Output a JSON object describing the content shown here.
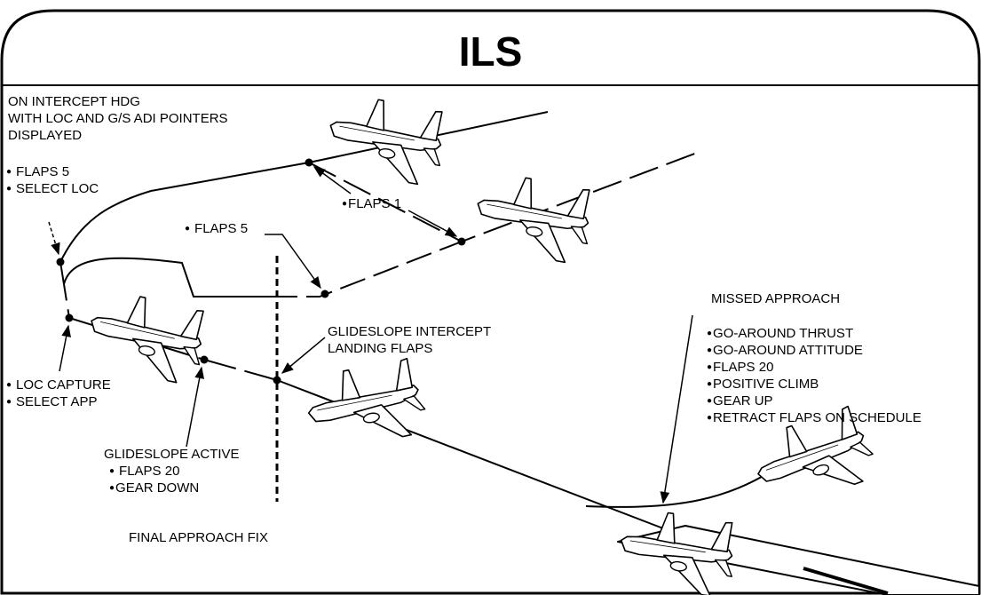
{
  "title": "ILS",
  "labels": {
    "intercept_heading": [
      "ON INTERCEPT HDG",
      "WITH LOC AND G/S ADI POINTERS",
      "DISPLAYED"
    ],
    "intercept_actions": [
      "FLAPS 5",
      "SELECT LOC"
    ],
    "flaps_1": "FLAPS 1",
    "flaps_5": "FLAPS 5",
    "glideslope_intercept": [
      "GLIDESLOPE INTERCEPT",
      "LANDING FLAPS"
    ],
    "loc_capture_actions": [
      "LOC CAPTURE",
      "SELECT APP"
    ],
    "glideslope_active": "GLIDESLOPE ACTIVE",
    "glideslope_active_actions": [
      "FLAPS 20",
      "GEAR DOWN"
    ],
    "final_approach_fix": "FINAL APPROACH FIX",
    "missed_approach": "MISSED APPROACH",
    "missed_approach_actions": [
      "GO-AROUND THRUST",
      "GO-AROUND ATTITUDE",
      "FLAPS 20",
      "POSITIVE CLIMB",
      "GEAR UP",
      "RETRACT FLAPS ON SCHEDULE"
    ]
  },
  "icons": [
    "aircraft-icon",
    "runway-icon",
    "waypoint-dot-icon",
    "leader-arrow-icon"
  ],
  "colors": {
    "ink": "#000000",
    "paper": "#ffffff"
  }
}
